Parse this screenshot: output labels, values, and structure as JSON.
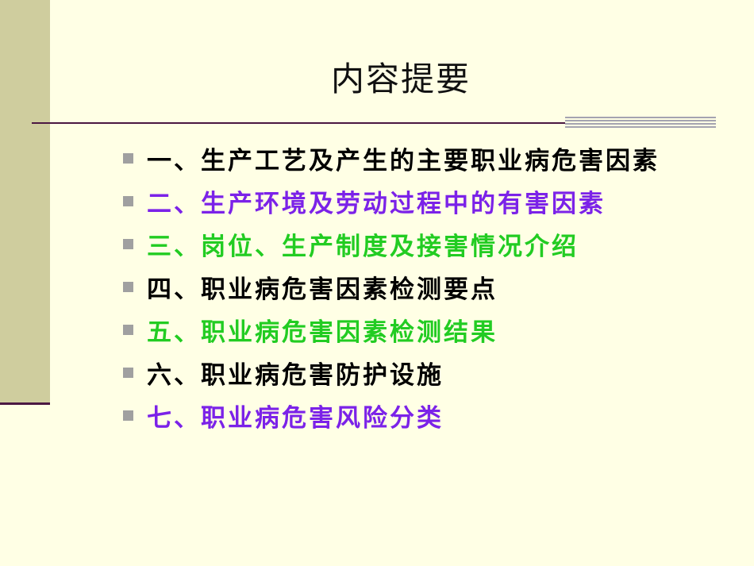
{
  "slide": {
    "title": "内容提要",
    "items": [
      {
        "text": "一、生产工艺及产生的主要职业病危害因素",
        "color": "#000000"
      },
      {
        "text": "二、生产环境及劳动过程中的有害因素",
        "color": "#7B22E8"
      },
      {
        "text": "三、岗位、生产制度及接害情况介绍",
        "color": "#22CC22"
      },
      {
        "text": "四、职业病危害因素检测要点",
        "color": "#000000"
      },
      {
        "text": "五、职业病危害因素检测结果",
        "color": "#22CC22"
      },
      {
        "text": "六、职业病危害防护设施",
        "color": "#000000"
      },
      {
        "text": "七、职业病危害风险分类",
        "color": "#7B22E8"
      }
    ]
  },
  "colors": {
    "background": "#FFFFE5",
    "left_band": "#CFCD9E",
    "rule": "#4B1842",
    "bullet": "#A0A0A0"
  }
}
